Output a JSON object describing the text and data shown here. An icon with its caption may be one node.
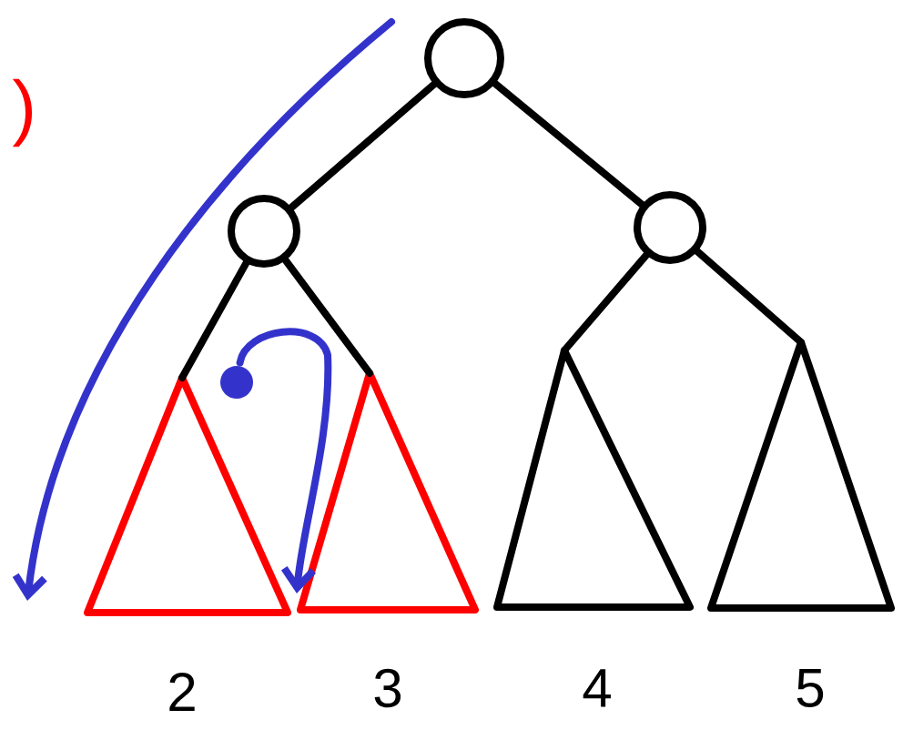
{
  "diagram": {
    "nodes": [
      {
        "text": [],
        "shape": "circle"
      },
      {
        "text": [],
        "shape": "circle"
      },
      {
        "text": [],
        "shape": "circle"
      },
      {
        "text": [],
        "shape": "triangle",
        "beside": [
          "2"
        ]
      },
      {
        "text": [],
        "shape": "triangle",
        "beside": [
          "3"
        ]
      },
      {
        "text": [],
        "shape": "triangle",
        "beside": [
          "4"
        ]
      },
      {
        "text": [],
        "shape": "triangle",
        "beside": [
          "5"
        ]
      },
      {
        "text": [],
        "shape": "dot"
      }
    ],
    "edges": [
      {
        "from": 0,
        "to": 1,
        "arrow": "none"
      },
      {
        "from": 0,
        "to": 2,
        "arrow": "none"
      },
      {
        "from": 1,
        "to": 3,
        "arrow": "none"
      },
      {
        "from": 1,
        "to": 4,
        "arrow": "none"
      },
      {
        "from": 2,
        "to": 5,
        "arrow": "none"
      },
      {
        "from": 2,
        "to": 6,
        "arrow": "none"
      },
      {
        "from": 7,
        "to": 4,
        "arrow": "to",
        "color": "#3333cc"
      }
    ],
    "labels": [
      ")"
    ]
  }
}
